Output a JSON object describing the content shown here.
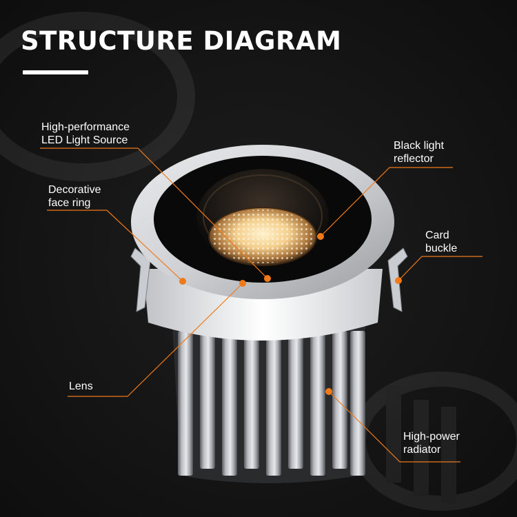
{
  "title": "STRUCTURE DIAGRAM",
  "accent_color": "#f07a1a",
  "callouts": [
    {
      "id": "led",
      "lines": [
        "High-performance",
        "LED Light Source"
      ]
    },
    {
      "id": "reflector",
      "lines": [
        "Black light",
        "reflector"
      ]
    },
    {
      "id": "face-ring",
      "lines": [
        "Decorative",
        "face ring"
      ]
    },
    {
      "id": "buckle",
      "lines": [
        "Card",
        "buckle"
      ]
    },
    {
      "id": "lens",
      "lines": [
        "Lens"
      ]
    },
    {
      "id": "radiator",
      "lines": [
        "High-power",
        "radiator"
      ]
    }
  ]
}
